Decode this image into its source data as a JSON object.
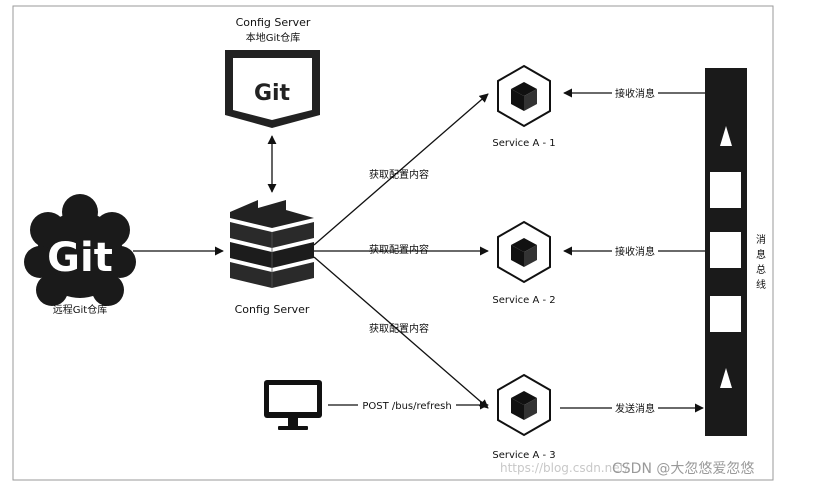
{
  "config_git": {
    "title": "Config Server",
    "subtitle": "本地Git仓库",
    "logo_text": "Git"
  },
  "remote_git": {
    "logo_text": "Git",
    "label": "远程Git仓库"
  },
  "config_server": {
    "label": "Config Server"
  },
  "edges": {
    "fetch_config_1": "获取配置内容",
    "fetch_config_2": "获取配置内容",
    "fetch_config_3": "获取配置内容",
    "receive_msg_1": "接收消息",
    "receive_msg_2": "接收消息",
    "send_msg": "发送消息",
    "post_refresh": "POST /bus/refresh"
  },
  "services": [
    {
      "label": "Service A - 1"
    },
    {
      "label": "Service A - 2"
    },
    {
      "label": "Service A - 3"
    }
  ],
  "message_bus": {
    "label_chars": [
      "消",
      "息",
      "总",
      "线"
    ]
  },
  "watermark": {
    "url": "https://blog.csdn.net/",
    "brand": "CSDN @大忽悠爱忽悠"
  }
}
